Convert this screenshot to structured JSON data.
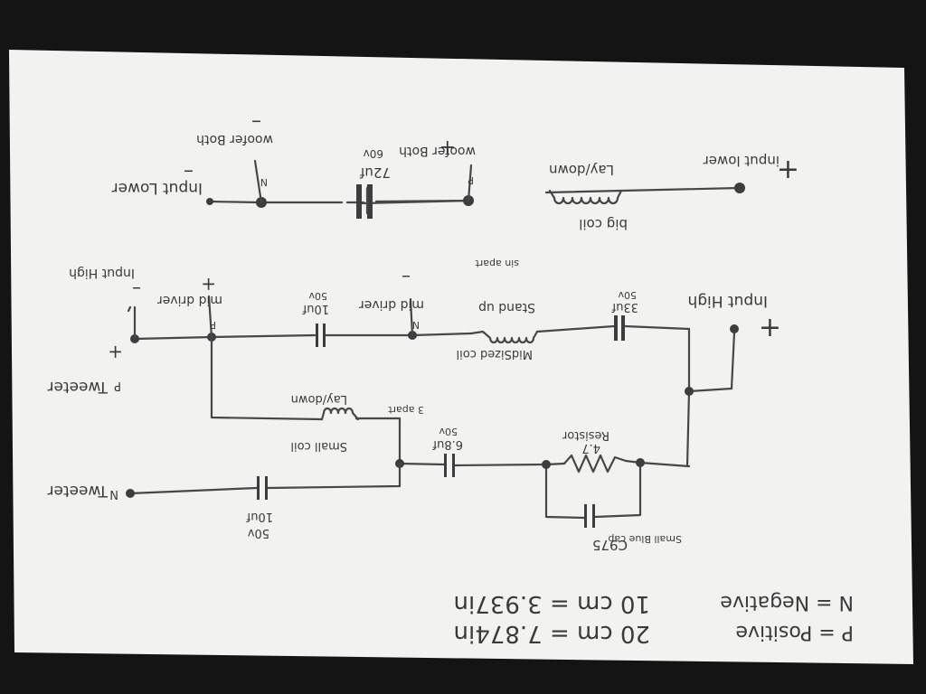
{
  "colors": {
    "background": "#141414",
    "paper": "#f2f2f0",
    "pencil": "#3a3a3a"
  },
  "diagram": {
    "labels": {
      "input_lower_plus": "input lower",
      "plus_sign": "+",
      "minus_sign": "–",
      "laydown_big": "Lay/down",
      "bigcoil": "big coil",
      "woofer_p": "woofer Both",
      "woofer_n": "woofer Both",
      "p": "P",
      "n": "N",
      "cap_72": "72uf",
      "v60": "60v",
      "v50": "50v",
      "input_lower_minus": "Input Lower",
      "input_high_plus": "Input High",
      "cap_33": "33uf",
      "standup": "Stand up",
      "midsized_coil": "MidSized coil",
      "sin_apart": "sin apart",
      "mid_driver_n": "mid driver",
      "cap_10_mid": "10uf",
      "mid_driver_p": "mid driver",
      "input_high_minus": "Input High",
      "tweeter_p": "Tweeter",
      "laydown_small": "Lay/down",
      "smallcoil": "Small coil",
      "apart_3": "3 apart",
      "resistor": "Resistor",
      "res_value": "4.7",
      "cap_68": "6.8uf",
      "tweeter_n": "Tweeter",
      "cap_10_tw": "10uf",
      "small_blue_cap": "Small Blue cap",
      "c975": "C975",
      "conv_20": "20 cm = 7.874in",
      "conv_10": "10 cm = 3.937in",
      "legend_p": "P = Positive",
      "legend_n": "N = Negative"
    }
  }
}
